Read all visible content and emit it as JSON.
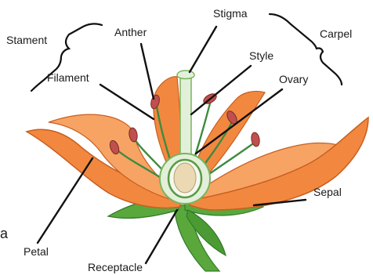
{
  "labels": {
    "stament": "Stament",
    "anther": "Anther",
    "stigma": "Stigma",
    "carpel": "Carpel",
    "style": "Style",
    "filament": "Filament",
    "ovary": "Ovary",
    "sepal": "Sepal",
    "petal": "Petal",
    "receptacle": "Receptacle",
    "stray_letter": "a"
  },
  "colors": {
    "petal": "#f2883f",
    "petal_dark": "#c85f20",
    "petal_light": "#f7a364",
    "leaf": "#5aa83c",
    "leaf_dark": "#2f7a2a",
    "anther": "#c0504d",
    "pistil": "#e2f0da",
    "pistil_stroke": "#7bb35f",
    "ovule": "#ead9b3",
    "text": "#1a1a1a",
    "line": "#111111"
  }
}
